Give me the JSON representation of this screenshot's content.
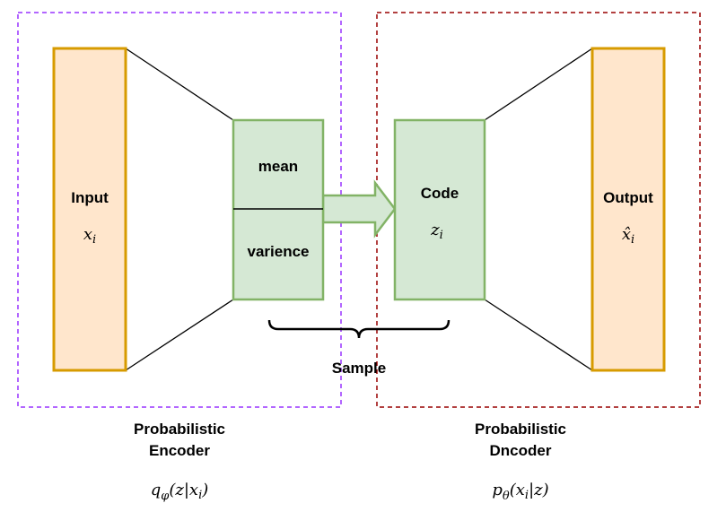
{
  "colors": {
    "encoder_border": "#9933ff",
    "decoder_border": "#990000",
    "io_fill": "#ffe6cc",
    "io_stroke": "#d79b00",
    "latent_fill": "#d5e8d4",
    "latent_stroke": "#82b366",
    "line": "#000000"
  },
  "input": {
    "label": "Input",
    "symbol_base": "x",
    "symbol_sub": "i"
  },
  "latent": {
    "mean_label": "mean",
    "variance_label": "varience"
  },
  "code": {
    "label": "Code",
    "symbol_base": "z",
    "symbol_sub": "i"
  },
  "output": {
    "label": "Output",
    "symbol_base": "x̂",
    "symbol_sub": "i"
  },
  "sample_label": "Sample",
  "encoder": {
    "title_line1": "Probabilistic",
    "title_line2": "Encoder",
    "formula_q": "q",
    "formula_sub": "φ",
    "formula_rest": "(z|x",
    "formula_rest_sub": "i",
    "formula_close": ")"
  },
  "decoder": {
    "title_line1": "Probabilistic",
    "title_line2": "Dncoder",
    "formula_p": "p",
    "formula_sub": "θ",
    "formula_rest": "(x",
    "formula_rest_sub": "i",
    "formula_close": "|z)"
  }
}
